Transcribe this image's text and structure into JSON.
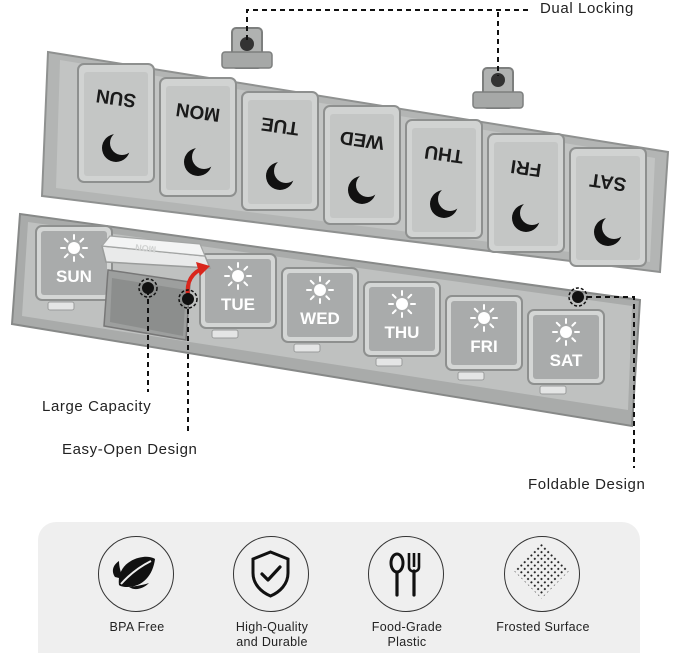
{
  "top_days": [
    "SUN",
    "MON",
    "TUE",
    "WED",
    "THU",
    "FRI",
    "SAT"
  ],
  "bottom_days": [
    "SUN",
    "MON",
    "TUE",
    "WED",
    "THU",
    "FRI",
    "SAT"
  ],
  "callouts": {
    "dual_locking": "Dual Locking",
    "large_capacity": "Large Capacity",
    "easy_open": "Easy-Open Design",
    "foldable": "Foldable Design"
  },
  "features": [
    {
      "icon": "leaf-icon",
      "label": "BPA Free"
    },
    {
      "icon": "shield-check-icon",
      "label": "High-Quality\nand Durable"
    },
    {
      "icon": "spoon-fork-icon",
      "label": "Food-Grade\nPlastic"
    },
    {
      "icon": "frosted-dots-icon",
      "label": "Frosted Surface"
    }
  ],
  "colors": {
    "case_gray": "#b7b9b8",
    "lid_frost": "#cfd1d0",
    "text_dark": "#1a1a1a",
    "arrow_red": "#d9261c",
    "panel_bg": "#efefef"
  }
}
